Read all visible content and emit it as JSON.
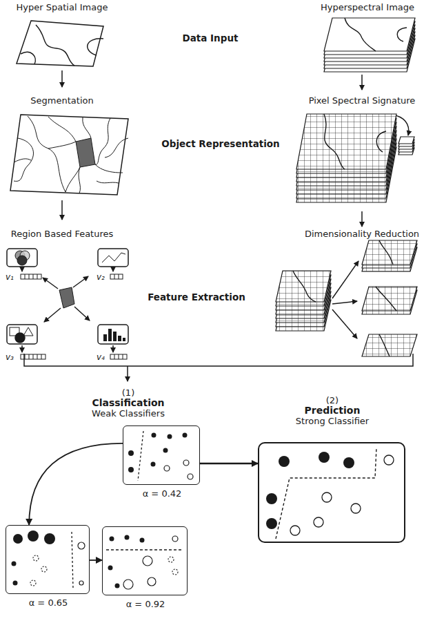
{
  "diagram": {
    "nodes": [
      {
        "text": [
          "(1)",
          "Classification",
          "Weak Classifiers",
          "α = 0.42"
        ]
      },
      {
        "text": [
          "α = 0.65"
        ]
      },
      {
        "text": [
          "α = 0.92"
        ]
      },
      {
        "text": [
          "(2)",
          "Prediction",
          "Strong Classifier"
        ]
      }
    ],
    "edges": [
      {
        "from": 0,
        "to": 1,
        "arrow": "to"
      },
      {
        "from": 1,
        "to": 2,
        "arrow": "to"
      },
      {
        "from": 0,
        "to": 3,
        "arrow": "to"
      }
    ],
    "labels": [
      "Hyper Spatial Image",
      "Hyperspectral Image",
      "Data Input",
      "Segmentation",
      "Pixel Spectral Signature",
      "Object Representation",
      "Region Based Features",
      "Dimensionality Reduction",
      "v₁",
      "v₂",
      "Feature Extraction",
      "v₃",
      "v₄"
    ]
  }
}
